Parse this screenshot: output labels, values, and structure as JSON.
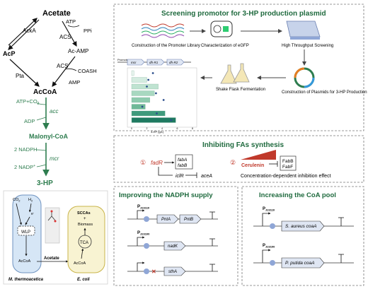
{
  "colors": {
    "green": "#2e7d4f",
    "dark_green": "#1f6a3e",
    "red": "#c0392b",
    "panel_border": "#777777",
    "gene_fill": "#dfe6f3",
    "promoter_dot": "#8fa6d6",
    "cell_blue": "#d6e6f6",
    "cell_yellow": "#f8f3d2"
  },
  "pathway": {
    "acetate": "Acetate",
    "ackA": "AckA",
    "atp": "ATP",
    "ppi": "PPi",
    "acs1": "ACS",
    "ac_amp": "Ac-AMP",
    "acp": "AcP",
    "pta": "Pta",
    "acs2": "ACS",
    "coash": "COASH",
    "amp": "AMP",
    "accoa": "AcCoA",
    "atp_co2": "ATP+CO",
    "atp_co2_sub": "2",
    "acc": "acc",
    "adp": "ADP",
    "malonyl": "Malonyl-CoA",
    "nadph": "2 NADPH",
    "mcr": "mcr",
    "nadp": "2 NADP",
    "nadp_sup": "+",
    "hp3": "3-HP"
  },
  "coculture": {
    "co2": "CO",
    "co2_sub": "2",
    "h2": "H",
    "h2_sub": "2",
    "e": "e",
    "e_sup": "-",
    "wlp": "WLP",
    "accoa_left": "AcCoA",
    "acetate": "Acetate",
    "sccas": "SCCAs",
    "plus": "+",
    "biomass": "Biomass",
    "tca": "TCA",
    "accoa_right": "AcCoA",
    "m_thermo": "M. thermoacetica",
    "e_coli": "E. coli"
  },
  "screening": {
    "title": "Screening promotor for 3-HP production plasmid",
    "lib_label": "Construction of the Promoter Library",
    "egfp_label": "Characterization of eGFP",
    "hts_label": "High Throughput Screening",
    "plasmid_label": "Construction of Plasmids for 3-HP Production",
    "flask_label": "Shake Flask Fermentation",
    "promoter_text": "Promoter",
    "genes": [
      "mcr",
      "dh-R1",
      "dh-R2"
    ],
    "chart_xlabel": "3-HP (g/L)",
    "chart_xticks": [
      "0",
      "2",
      "4",
      "6",
      "8"
    ]
  },
  "chart_data": {
    "type": "bar",
    "orientation": "horizontal",
    "xlabel": "3-HP (g/L)",
    "xlim": [
      0,
      8
    ],
    "values": [
      0.3,
      2.0,
      3.5,
      3.0,
      2.4,
      1.8,
      4.4,
      5.8
    ],
    "series2": [
      2.8,
      2.2,
      2.0,
      3.2,
      4.2,
      1.4,
      3.3,
      5.2
    ],
    "bar_colors": [
      "#e9f5ef",
      "#d4ece0",
      "#bfe3d1",
      "#a8d8c0",
      "#8ecbae",
      "#6fb998",
      "#3f9a7c",
      "#1f7a61"
    ]
  },
  "fas": {
    "title": "Inhibiting FAs synthesis",
    "num1": "①",
    "fadR": "fadR",
    "fabA": "fabA",
    "fabB": "fabB",
    "iclR": "iclR",
    "aceA": "aceA",
    "num2": "②",
    "cerulenin": "Cerulenin",
    "fabB_p": "FabB",
    "fabF_p": "FabF",
    "effect": "Concentration-dependent inhibition effect"
  },
  "nadph": {
    "title": "Improving the NADPH supply",
    "p1": "P",
    "p1_sub": "J23110",
    "p2": "P",
    "p2_sub": "J23100",
    "pntA": "PntA",
    "pntB": "PntB",
    "nadK": "nadK",
    "sthA": "sthA"
  },
  "coa": {
    "title": "Increasing the CoA pool",
    "p1": "P",
    "p1_sub": "J23110",
    "p2": "P",
    "p2_sub": "J23100",
    "gene1": "S. aureus coaA",
    "gene2": "P. putida coaA"
  }
}
